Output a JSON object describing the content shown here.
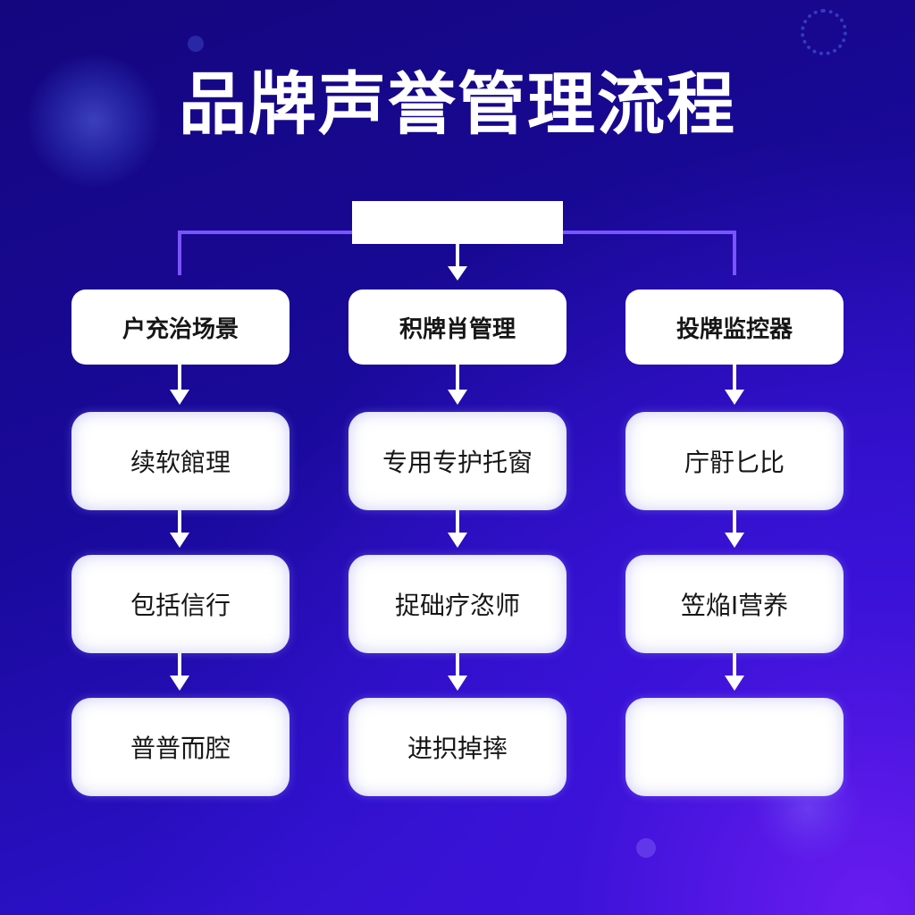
{
  "title": "品牌声誉管理流程",
  "top_box_label": "",
  "columns": [
    {
      "head": "户充治场景",
      "steps": [
        "续软館理",
        "包括信行",
        "普普而腔"
      ]
    },
    {
      "head": "积牌肖管理",
      "steps": [
        "专用专护托窗",
        "捉础疗恣师",
        "进抧掉摔"
      ]
    },
    {
      "head": "投牌监控器",
      "steps": [
        "庁骬匕比",
        "笠焔I营养",
        ""
      ]
    }
  ],
  "colors": {
    "background_top": "#14067e",
    "background_bottom": "#4a18e0",
    "connector_line": "#7a55ff",
    "arrow": "#ffffff",
    "node_fill": "#ffffff",
    "text": "#161616"
  }
}
